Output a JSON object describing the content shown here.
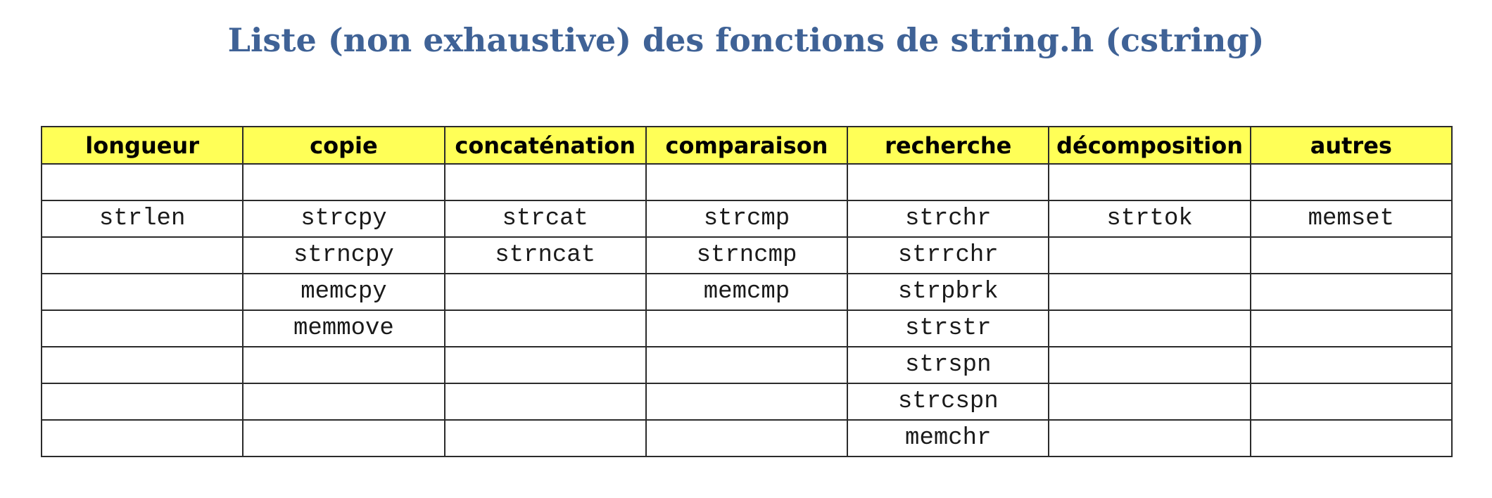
{
  "title": "Liste (non exhaustive) des fonctions de string.h (cstring)",
  "table": {
    "headers": [
      "longueur",
      "copie",
      "concaténation",
      "comparaison",
      "recherche",
      "décomposition",
      "autres"
    ],
    "rows": [
      [
        "",
        "",
        "",
        "",
        "",
        "",
        ""
      ],
      [
        "strlen",
        "strcpy",
        "strcat",
        "strcmp",
        "strchr",
        "strtok",
        "memset"
      ],
      [
        "",
        "strncpy",
        "strncat",
        "strncmp",
        "strrchr",
        "",
        ""
      ],
      [
        "",
        "memcpy",
        "",
        "memcmp",
        "strpbrk",
        "",
        ""
      ],
      [
        "",
        "memmove",
        "",
        "",
        "strstr",
        "",
        ""
      ],
      [
        "",
        "",
        "",
        "",
        "strspn",
        "",
        ""
      ],
      [
        "",
        "",
        "",
        "",
        "strcspn",
        "",
        ""
      ],
      [
        "",
        "",
        "",
        "",
        "memchr",
        "",
        ""
      ]
    ]
  },
  "colors": {
    "title": "#3f6296",
    "header_background": "#ffff57",
    "border": "#2b2b2b"
  }
}
